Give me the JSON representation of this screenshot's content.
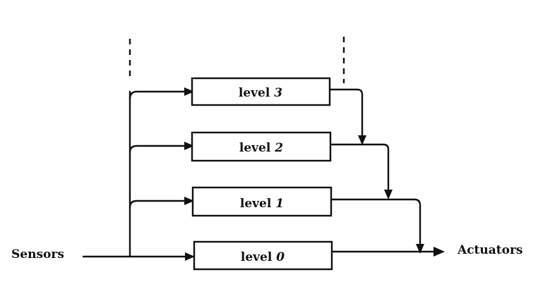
{
  "diagram": {
    "input_label": "Sensors",
    "output_label": "Actuators",
    "levels": [
      {
        "prefix": "level",
        "number": "3"
      },
      {
        "prefix": "level",
        "number": "2"
      },
      {
        "prefix": "level",
        "number": "1"
      },
      {
        "prefix": "level",
        "number": "0"
      }
    ]
  }
}
